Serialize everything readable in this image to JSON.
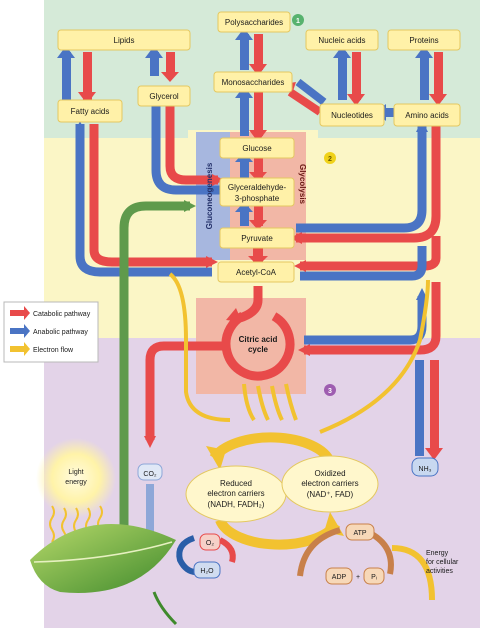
{
  "stages": [
    "1",
    "2",
    "3"
  ],
  "nodes": {
    "polysaccharides": "Polysaccharides",
    "lipids": "Lipids",
    "nucleic_acids": "Nucleic acids",
    "proteins": "Proteins",
    "monosaccharides": "Monosaccharides",
    "fatty_acids": "Fatty acids",
    "glycerol": "Glycerol",
    "nucleotides": "Nucleotides",
    "amino_acids": "Amino acids",
    "glucose": "Glucose",
    "g3p_line1": "Glyceraldehyde-",
    "g3p_line2": "3-phosphate",
    "pyruvate": "Pyruvate",
    "acetyl_coa": "Acetyl-CoA",
    "cac_line1": "Citric acid",
    "cac_line2": "cycle",
    "reduced_line1": "Reduced",
    "reduced_line2": "electron carriers",
    "reduced_line3": "(NADH, FADH₂)",
    "oxidized_line1": "Oxidized",
    "oxidized_line2": "electron carriers",
    "oxidized_line3": "(NAD⁺, FAD)",
    "atp": "ATP",
    "adp": "ADP",
    "plus": "+",
    "pi": "Pᵢ",
    "energy_line1": "Energy",
    "energy_line2": "for cellular",
    "energy_line3": "activities",
    "light_line1": "Light",
    "light_line2": "energy",
    "co2": "CO₂",
    "nh3": "NH₃",
    "o2": "O₂",
    "h2o": "H₂O"
  },
  "side_labels": {
    "gluconeogenesis": "Gluconeogenesis",
    "glycolysis": "Glycolysis"
  },
  "legend": [
    {
      "label": "Catabolic pathway",
      "color": "#e84a4a"
    },
    {
      "label": "Anabolic pathway",
      "color": "#4a74c4"
    },
    {
      "label": "Electron flow",
      "color": "#f2c230"
    }
  ],
  "colors": {
    "catabolic": "#e84a4a",
    "anabolic": "#4a74c4",
    "electron": "#f2c230",
    "photosynthesis": "#5f9a4c",
    "stage1_bg": "#d5ead8",
    "stage2_bg": "#fbf6c6",
    "stage3_bg": "#e3d3e8"
  }
}
